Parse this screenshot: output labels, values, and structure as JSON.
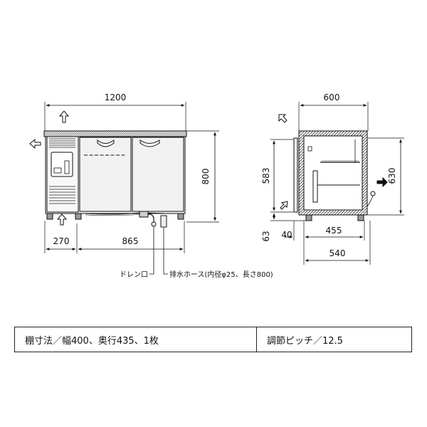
{
  "front_view": {
    "width_total": "1200",
    "height_total": "800",
    "left_section": "270",
    "right_section": "865",
    "drain_label": "ドレン口",
    "hose_label": "排水ホース(内径φ25、長さ800)"
  },
  "side_view": {
    "depth_total": "600",
    "height_interior": "583",
    "height_right": "630",
    "base_height": "63",
    "offset_left": "40",
    "interior_depth": "455",
    "body_depth": "540"
  },
  "spec_table": {
    "shelf": "棚寸法／幅400、奥行435、1枚",
    "pitch": "調節ピッチ／12.5"
  }
}
